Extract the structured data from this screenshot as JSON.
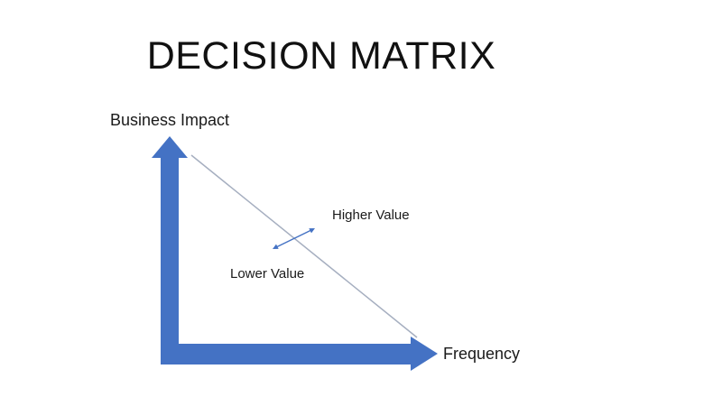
{
  "slide": {
    "title": "DECISION MATRIX",
    "axes": {
      "y_label": "Business Impact",
      "x_label": "Frequency"
    },
    "regions": {
      "higher_value": "Higher Value",
      "lower_value": "Lower Value"
    },
    "colors": {
      "axis_arrow": "#4472C4",
      "diagonal_line": "#A6AFC0",
      "double_arrow": "#4472C4",
      "text": "#1A1A1A",
      "background": "#FFFFFF"
    }
  }
}
